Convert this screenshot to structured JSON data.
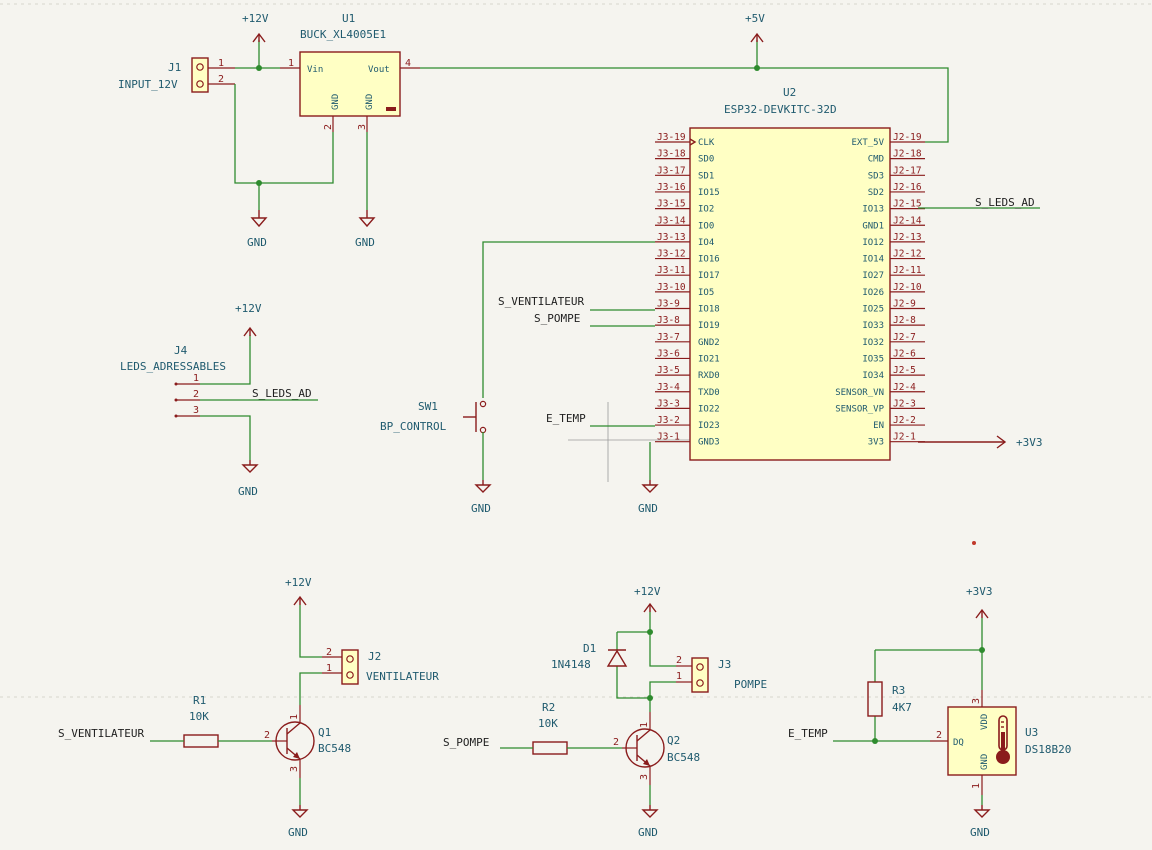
{
  "schematic": {
    "power": {
      "p12v": "+12V",
      "p5v": "+5V",
      "p3v3": "+3V3",
      "gnd": "GND"
    },
    "j1": {
      "ref": "J1",
      "value": "INPUT_12V",
      "pins": [
        "1",
        "2"
      ]
    },
    "u1": {
      "ref": "U1",
      "value": "BUCK_XL4005E1",
      "pin_vin": "Vin",
      "pin_vout": "Vout",
      "pin_gnd": "GND",
      "pin_numbers": [
        "1",
        "2",
        "3",
        "4"
      ]
    },
    "u2": {
      "ref": "U2",
      "value": "ESP32-DEVKITC-32D",
      "left_pins": [
        {
          "num": "J3-19",
          "name": "CLK"
        },
        {
          "num": "J3-18",
          "name": "SD0"
        },
        {
          "num": "J3-17",
          "name": "SD1"
        },
        {
          "num": "J3-16",
          "name": "IO15"
        },
        {
          "num": "J3-15",
          "name": "IO2"
        },
        {
          "num": "J3-14",
          "name": "IO0"
        },
        {
          "num": "J3-13",
          "name": "IO4"
        },
        {
          "num": "J3-12",
          "name": "IO16"
        },
        {
          "num": "J3-11",
          "name": "IO17"
        },
        {
          "num": "J3-10",
          "name": "IO5"
        },
        {
          "num": "J3-9",
          "name": "IO18"
        },
        {
          "num": "J3-8",
          "name": "IO19"
        },
        {
          "num": "J3-7",
          "name": "GND2"
        },
        {
          "num": "J3-6",
          "name": "IO21"
        },
        {
          "num": "J3-5",
          "name": "RXD0"
        },
        {
          "num": "J3-4",
          "name": "TXD0"
        },
        {
          "num": "J3-3",
          "name": "IO22"
        },
        {
          "num": "J3-2",
          "name": "IO23"
        },
        {
          "num": "J3-1",
          "name": "GND3"
        }
      ],
      "right_pins": [
        {
          "num": "J2-19",
          "name": "EXT_5V"
        },
        {
          "num": "J2-18",
          "name": "CMD"
        },
        {
          "num": "J2-17",
          "name": "SD3"
        },
        {
          "num": "J2-16",
          "name": "SD2"
        },
        {
          "num": "J2-15",
          "name": "IO13"
        },
        {
          "num": "J2-14",
          "name": "GND1"
        },
        {
          "num": "J2-13",
          "name": "IO12"
        },
        {
          "num": "J2-12",
          "name": "IO14"
        },
        {
          "num": "J2-11",
          "name": "IO27"
        },
        {
          "num": "J2-10",
          "name": "IO26"
        },
        {
          "num": "J2-9",
          "name": "IO25"
        },
        {
          "num": "J2-8",
          "name": "IO33"
        },
        {
          "num": "J2-7",
          "name": "IO32"
        },
        {
          "num": "J2-6",
          "name": "IO35"
        },
        {
          "num": "J2-5",
          "name": "IO34"
        },
        {
          "num": "J2-4",
          "name": "SENSOR_VN"
        },
        {
          "num": "J2-3",
          "name": "SENSOR_VP"
        },
        {
          "num": "J2-2",
          "name": "EN"
        },
        {
          "num": "J2-1",
          "name": "3V3"
        }
      ]
    },
    "nets": {
      "s_leds_ad": "S_LEDS_AD",
      "s_ventilateur": "S_VENTILATEUR",
      "s_pompe": "S_POMPE",
      "e_temp": "E_TEMP"
    },
    "j4": {
      "ref": "J4",
      "value": "LEDS_ADRESSABLES",
      "pins": [
        "1",
        "2",
        "3"
      ]
    },
    "sw1": {
      "ref": "SW1",
      "value": "BP_CONTROL"
    },
    "j2": {
      "ref": "J2",
      "value": "VENTILATEUR",
      "pins": [
        "2",
        "1"
      ]
    },
    "r1": {
      "ref": "R1",
      "value": "10K"
    },
    "q1": {
      "ref": "Q1",
      "value": "BC548",
      "pins": [
        "1",
        "2",
        "3"
      ]
    },
    "d1": {
      "ref": "D1",
      "value": "1N4148"
    },
    "j3": {
      "ref": "J3",
      "value": "POMPE",
      "pins": [
        "2",
        "1"
      ]
    },
    "r2": {
      "ref": "R2",
      "value": "10K"
    },
    "q2": {
      "ref": "Q2",
      "value": "BC548",
      "pins": [
        "2",
        "1",
        "3"
      ]
    },
    "r3": {
      "ref": "R3",
      "value": "4K7"
    },
    "u3": {
      "ref": "U3",
      "value": "DS18B20",
      "pin_dq": "DQ",
      "pin_vdd": "VDD",
      "pin_gnd": "GND",
      "pins": [
        "1",
        "2",
        "3"
      ]
    }
  }
}
